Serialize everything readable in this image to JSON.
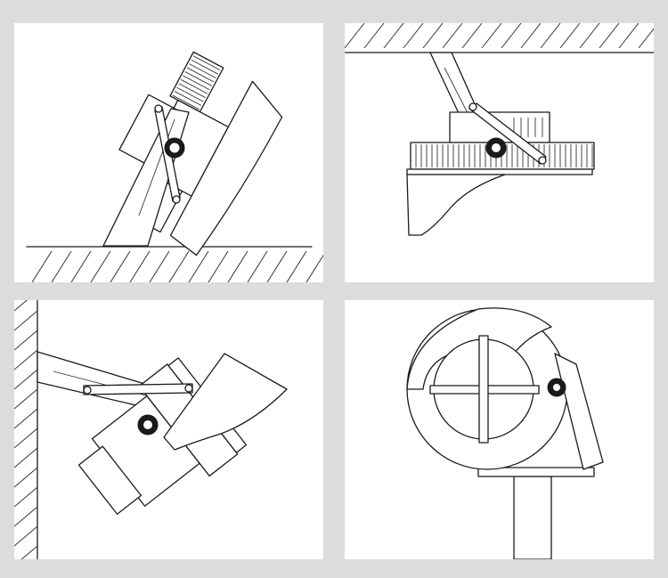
{
  "figure": {
    "panels": [
      {
        "id": "ground-mount",
        "surface": "ground"
      },
      {
        "id": "ceiling-mount",
        "surface": "ceiling"
      },
      {
        "id": "wall-mount",
        "surface": "wall"
      },
      {
        "id": "pole-mount",
        "surface": "pole"
      }
    ],
    "colors": {
      "background": "#dcdcdc",
      "panel": "#ffffff",
      "line": "#1a1a1a"
    }
  }
}
